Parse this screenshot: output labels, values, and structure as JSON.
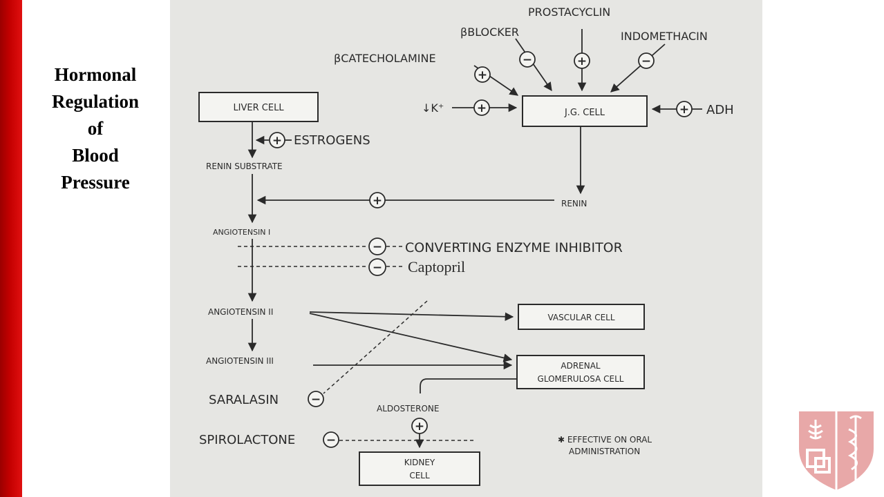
{
  "slide": {
    "title_lines": [
      "Hormonal",
      "Regulation",
      "of",
      "Blood",
      "Pressure"
    ]
  },
  "diagram": {
    "boxes": {
      "liver_cell": "LIVER CELL",
      "jg_cell": "J.G. CELL",
      "vascular_cell": "VASCULAR CELL",
      "adrenal_line1": "ADRENAL",
      "adrenal_line2": "GLOMERULOSA CELL",
      "kidney_line1": "KIDNEY",
      "kidney_line2": "CELL"
    },
    "labels": {
      "prostacyclin": "PROSTACYCLIN",
      "beta_blocker": "βBLOCKER",
      "indomethacin": "INDOMETHACIN",
      "beta_catecholamine": "βCATECHOLAMINE",
      "low_k": "↓K⁺",
      "adh": "ADH",
      "estrogens": "ESTROGENS",
      "renin_substrate": "RENIN SUBSTRATE",
      "renin": "RENIN",
      "angiotensin_1": "ANGIOTENSIN I",
      "converting_enzyme_inhibitor": "CONVERTING ENZYME INHIBITOR",
      "captopril": "Captopril",
      "angiotensin_2": "ANGIOTENSIN II",
      "angiotensin_3": "ANGIOTENSIN III",
      "saralasin": "SARALASIN",
      "aldosterone": "ALDOSTERONE",
      "spirolactone": "SPIROLACTONE",
      "footnote_line1": "✱ EFFECTIVE ON ORAL",
      "footnote_line2": "ADMINISTRATION"
    },
    "signs": {
      "plus": "+",
      "minus": "−"
    }
  },
  "logo": {
    "icon": "shield-logo-icon",
    "color": "#e8a8a8"
  },
  "colors": {
    "accent_red": "#c40000",
    "diagram_bg": "#e6e6e3",
    "ink": "#2a2a2a"
  }
}
